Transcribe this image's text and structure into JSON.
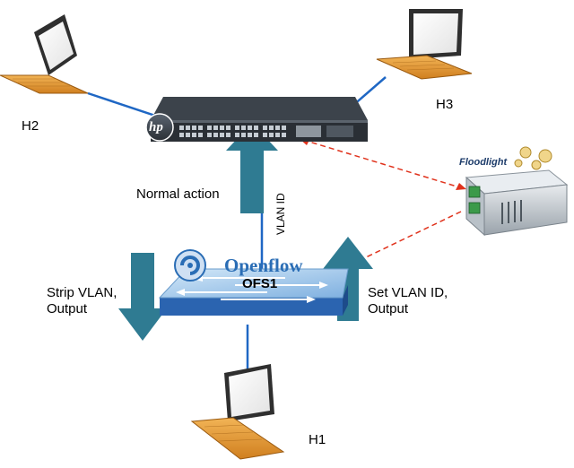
{
  "hosts": {
    "h1": "H1",
    "h2": "H2",
    "h3": "H3"
  },
  "actions": {
    "normal": "Normal action",
    "strip": "Strip VLAN,\nOutput",
    "set": "Set VLAN ID,\nOutput",
    "vlan_id": "VLAN ID"
  },
  "openflow_switch": {
    "brand": "Openflow",
    "name": "OFS1"
  },
  "legacy_switch": {
    "brand": "hp"
  },
  "controller": {
    "brand": "Floodlight"
  },
  "colors": {
    "arrow_teal": "#2f7b92",
    "link_blue": "#1f67c4",
    "control_red": "#e0321c",
    "switch_top": "#9fc7ea",
    "switch_side": "#2b64b0",
    "laptop_orange": "#e09a3a"
  }
}
